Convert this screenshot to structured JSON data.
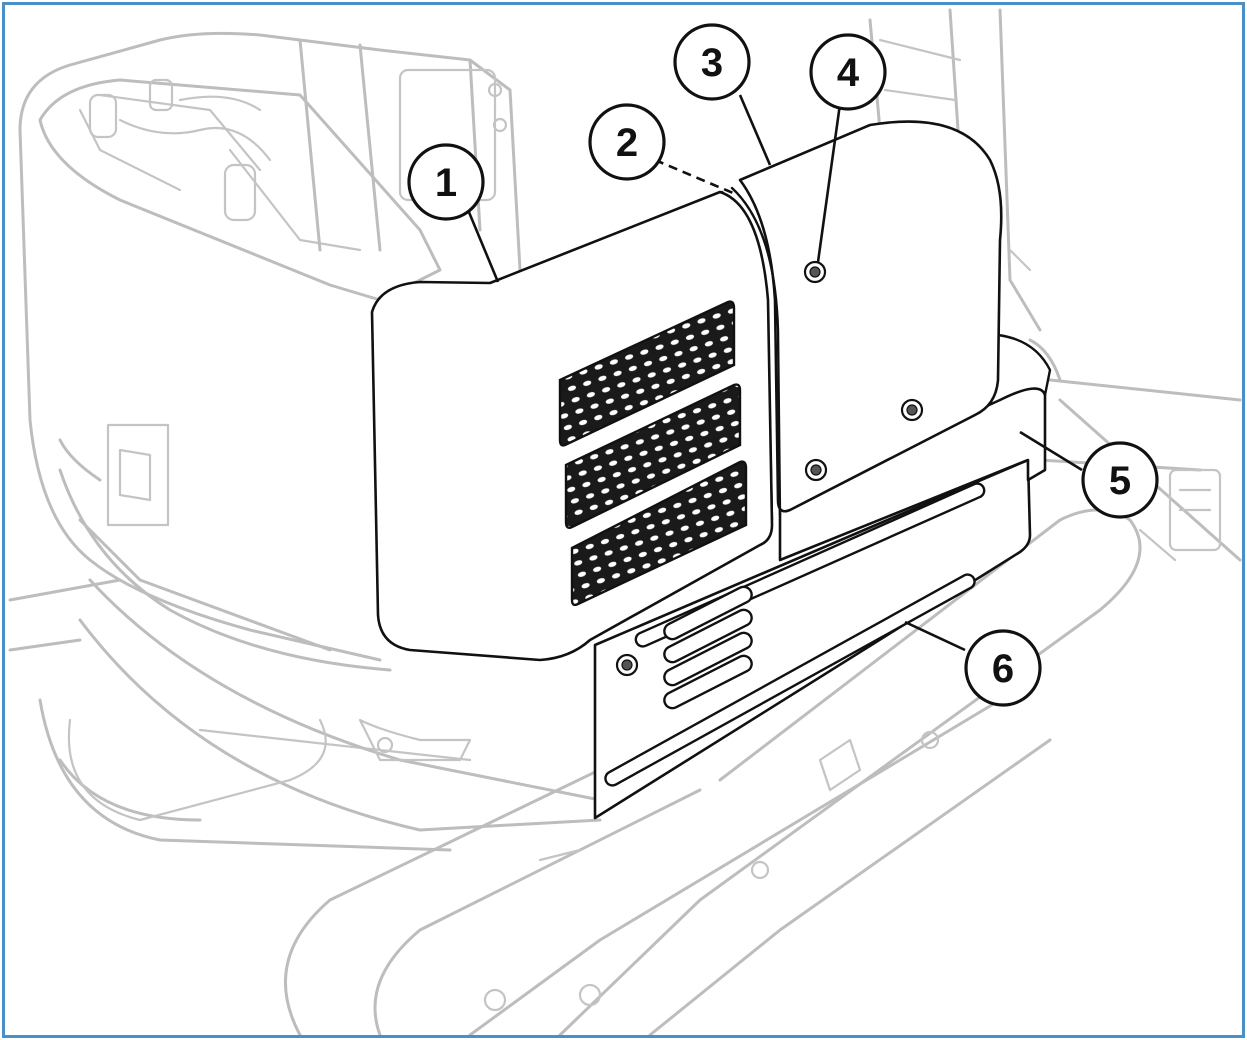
{
  "diagram": {
    "callouts": [
      {
        "id": "1",
        "label": "1"
      },
      {
        "id": "2",
        "label": "2"
      },
      {
        "id": "3",
        "label": "3"
      },
      {
        "id": "4",
        "label": "4"
      },
      {
        "id": "5",
        "label": "5"
      },
      {
        "id": "6",
        "label": "6"
      }
    ]
  },
  "colors": {
    "border": "#4a90c8",
    "ghost_lines": "#bdbdbd",
    "part_lines": "#111111"
  }
}
